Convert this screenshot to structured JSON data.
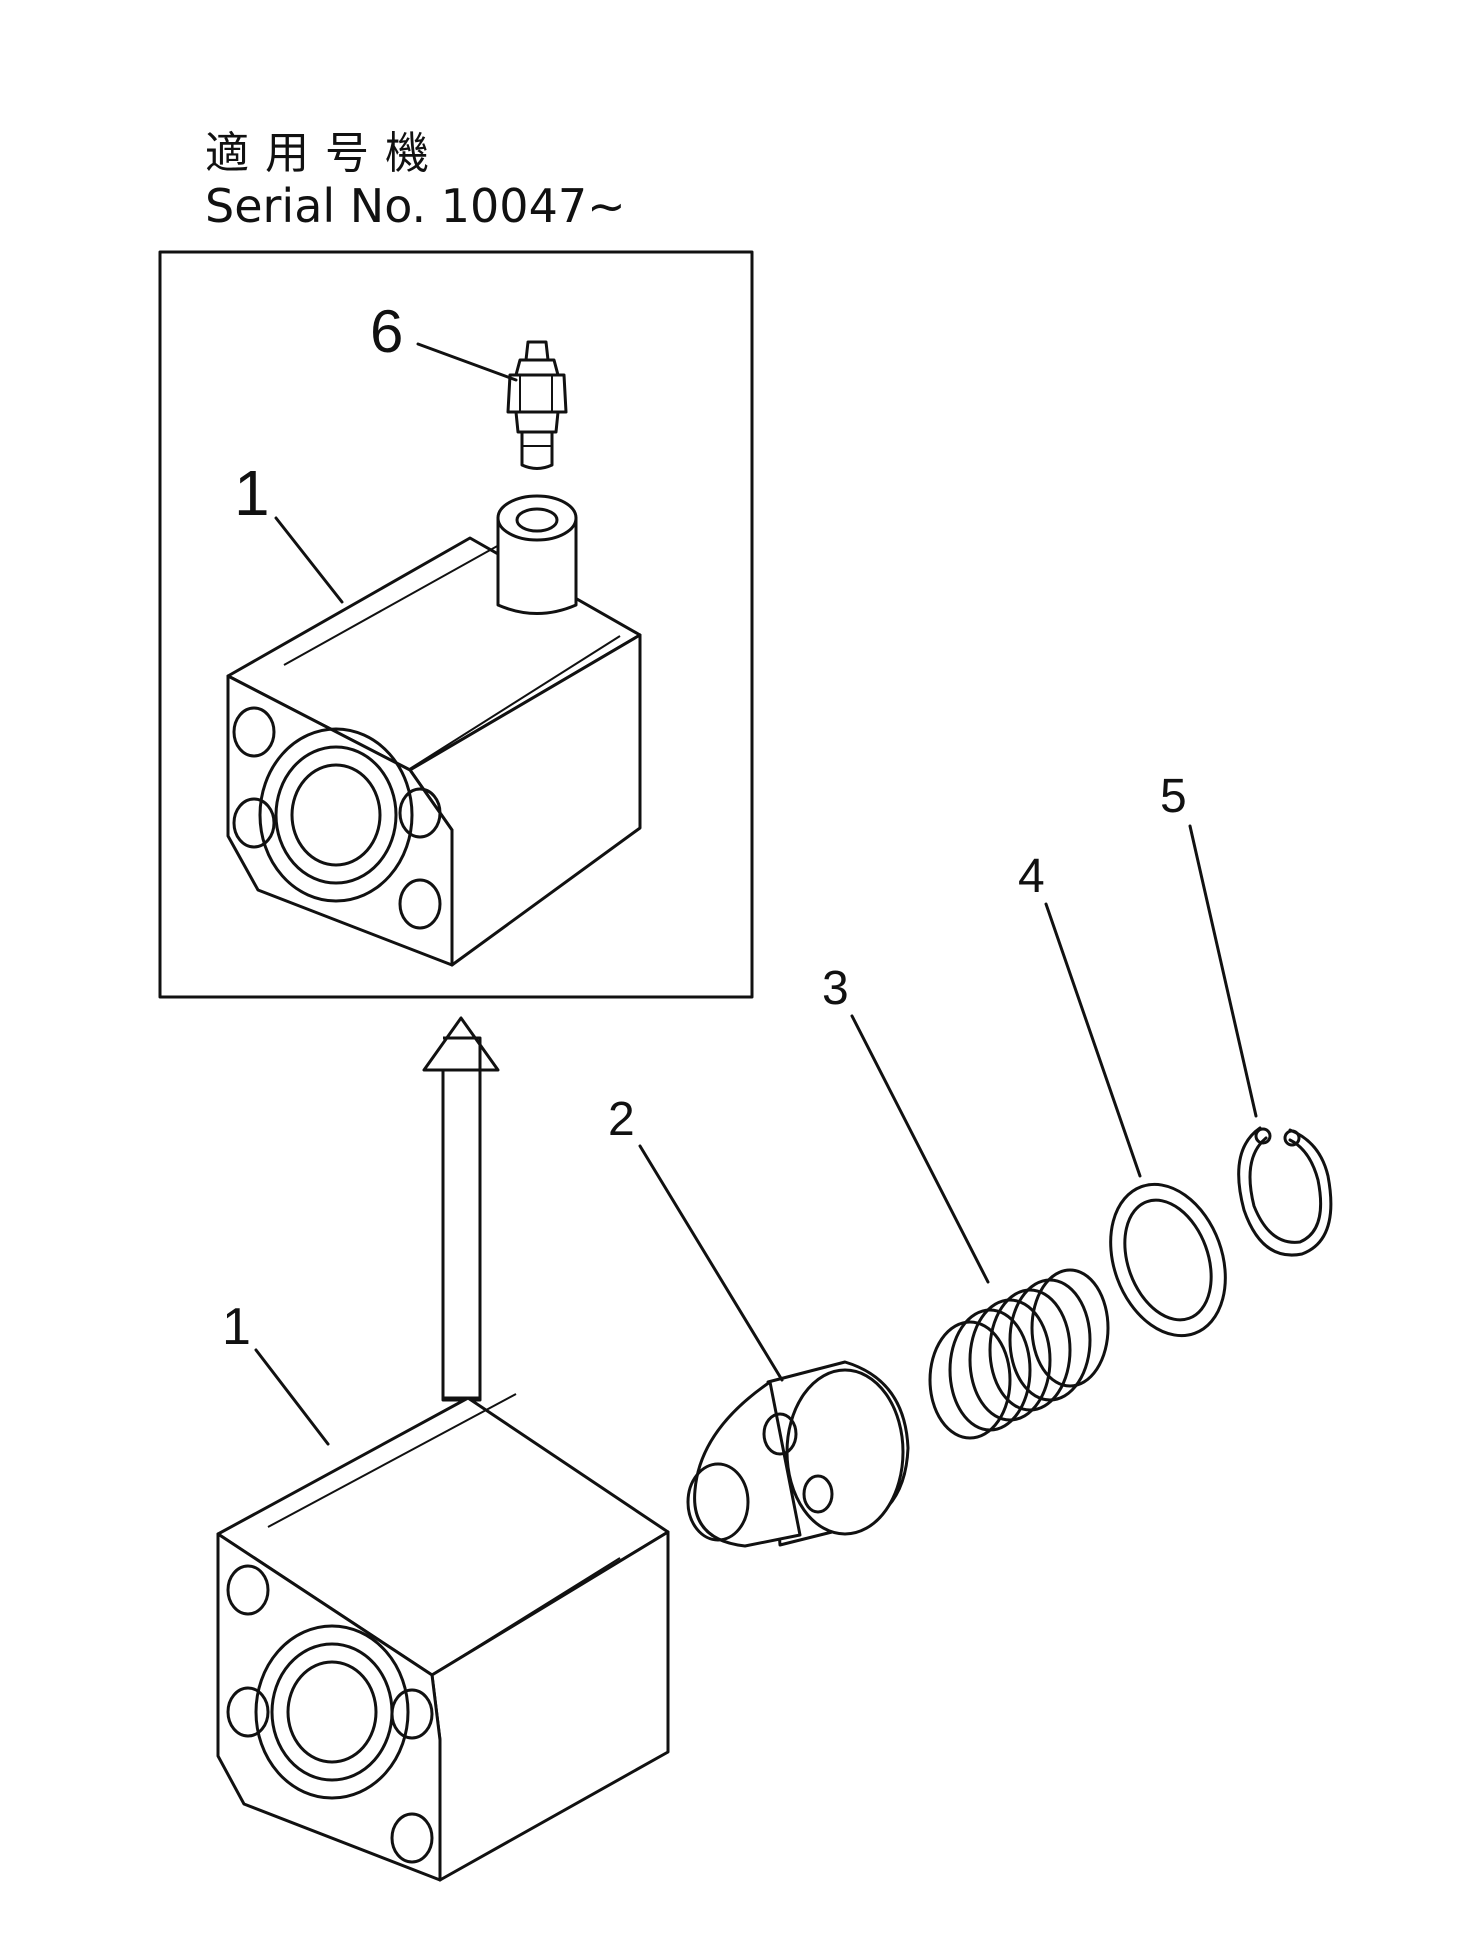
{
  "header": {
    "applicable_label": "適用号機",
    "serial_label": "Serial No. 10047~"
  },
  "callouts": {
    "item_1_inset": "1",
    "item_6": "6",
    "item_1_main": "1",
    "item_2": "2",
    "item_3": "3",
    "item_4": "4",
    "item_5": "5"
  },
  "parts": [
    {
      "number": "1",
      "part": "valve-body-housing"
    },
    {
      "number": "2",
      "part": "poppet"
    },
    {
      "number": "3",
      "part": "spring"
    },
    {
      "number": "4",
      "part": "washer-ring"
    },
    {
      "number": "5",
      "part": "snap-ring"
    },
    {
      "number": "6",
      "part": "grease-fitting"
    }
  ],
  "colors": {
    "line": "#111111",
    "background": "#ffffff"
  }
}
